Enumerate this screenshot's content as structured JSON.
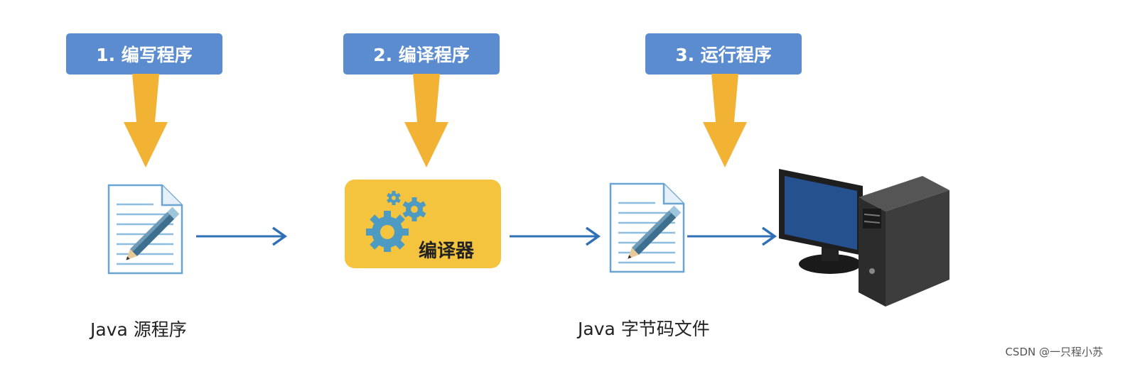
{
  "steps": [
    {
      "label": "1. 编写程序"
    },
    {
      "label": "2. 编译程序"
    },
    {
      "label": "3. 运行程序"
    }
  ],
  "compiler": {
    "label": "编译器"
  },
  "captions": {
    "source": "Java 源程序",
    "bytecode": "Java 字节码文件"
  },
  "watermark": "CSDN @一只程小苏",
  "colors": {
    "step_box": "#5b8ccf",
    "down_arrow": "#f2b233",
    "compiler_bg": "#f4c43e",
    "flow_arrow": "#2e6fb7",
    "gear": "#4d9bc2",
    "screen": "#25518f",
    "case": "#333333"
  },
  "icons": {
    "document": "document-pencil-icon",
    "compiler": "gears-icon",
    "computer": "desktop-computer-icon"
  }
}
